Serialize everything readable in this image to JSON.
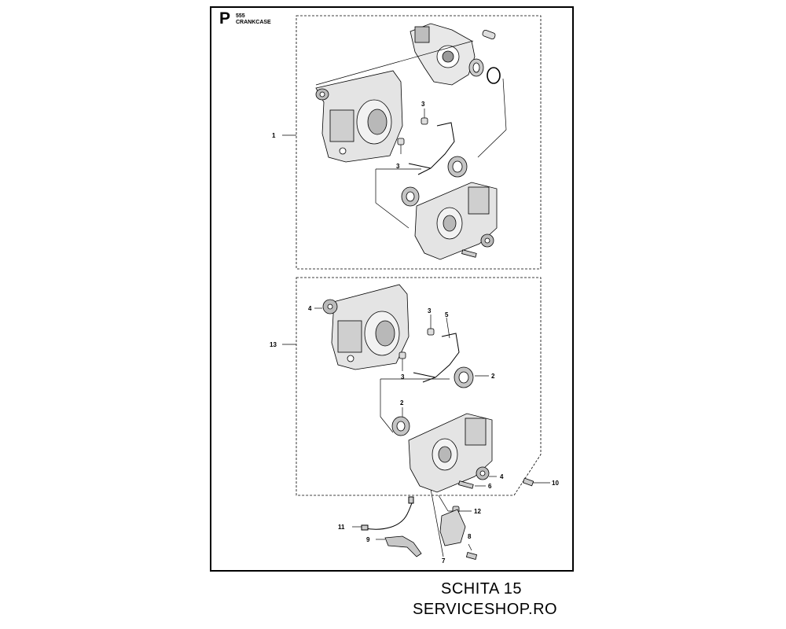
{
  "header": {
    "section_letter": "P",
    "model": "555",
    "section_title": "CRANKCASE"
  },
  "callouts": [
    "1",
    "3",
    "3",
    "13",
    "4",
    "3",
    "5",
    "3",
    "2",
    "2",
    "4",
    "6",
    "10",
    "12",
    "11",
    "9",
    "8",
    "7"
  ],
  "footer": {
    "line1": "SCHITA 15",
    "line2": "SERVICESHOP.RO"
  }
}
